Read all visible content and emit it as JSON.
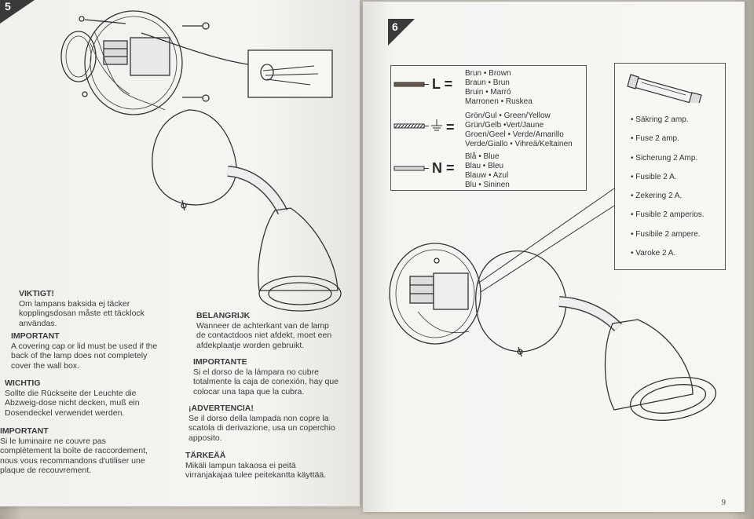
{
  "left_page": {
    "step_number": "5",
    "sections": [
      {
        "heading": "VIKTIGT!",
        "body": [
          "Om lampans baksida ej täcker",
          "kopplingsdosan måste ett täcklock",
          "användas."
        ]
      },
      {
        "heading": "IMPORTANT",
        "body": [
          "A covering cap or lid must be used if the",
          "back of the lamp does not completely",
          "cover the wall box."
        ]
      },
      {
        "heading": "WICHTIG",
        "body": [
          "Sollte die Rückseite der Leuchte die",
          "Abzweig-dose nicht decken, muß ein",
          "Dosendeckel verwendet werden."
        ]
      },
      {
        "heading": "IMPORTANT",
        "body": [
          "Si le luminaire ne couvre pas",
          "complètement la boîte de raccordement,",
          "nous vous recommandons d'utiliser une",
          "plaque de recouvrement."
        ]
      },
      {
        "heading": "BELANGRIJK",
        "body": [
          "Wanneer de achterkant van de lamp",
          "de contactdoos niet afdekt, moet een",
          "afdekplaatje worden gebruikt."
        ]
      },
      {
        "heading": "IMPORTANTE",
        "body": [
          "Si el dorso de la lámpara no cubre",
          "totalmente la caja de conexión, hay que",
          "colocar una tapa que la cubra."
        ]
      },
      {
        "heading": "¡ADVERTENCIA!",
        "body": [
          "Se il dorso della lampada non copre la",
          "scatola di derivazione, usa un coperchio",
          "apposito."
        ]
      },
      {
        "heading": "TÄRKEÄÄ",
        "body": [
          "Mikäli lampun takaosa ei peitä",
          "virranjakajaa tulee peitekantta käyttää."
        ]
      }
    ]
  },
  "right_page": {
    "step_number": "6",
    "wires": [
      {
        "symbol": "L =",
        "labels": [
          "Brun • Brown",
          "Braun • Brun",
          "Bruin • Marró",
          "Marronen • Ruskea"
        ]
      },
      {
        "symbol": "=",
        "labels": [
          "Grön/Gul • Green/Yellow",
          "Grün/Gelb •Vert/Jaune",
          "Groen/Geel • Verde/Amarillo",
          "Verde/Giallo • Vihreä/Keltainen"
        ]
      },
      {
        "symbol": "N =",
        "labels": [
          "Blå • Blue",
          "Blau • Bleu",
          "Blauw • Azul",
          "Blu • Sininen"
        ]
      }
    ],
    "fuse_items": [
      "Säkring 2 amp.",
      "Fuse 2 amp.",
      "Sicherung 2 Amp.",
      "Fusible 2 A.",
      "Zekering 2 A.",
      "Fusible 2 amperios.",
      "Fusibile 2 ampere.",
      "Varoke 2 A."
    ],
    "page_number": "9"
  },
  "colors": {
    "paper": "#f4f3f0",
    "ink": "#2a2a2a",
    "badge": "#3a3a3a"
  }
}
